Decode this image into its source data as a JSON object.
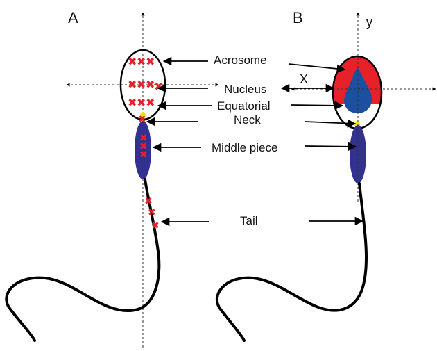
{
  "panels": {
    "a_label": "A",
    "b_label": "B"
  },
  "labels": {
    "acrosome": "Acrosome",
    "nucleus": "Nucleus",
    "equatorial": "Equatorial",
    "neck": "Neck",
    "middle_piece": "Middle piece",
    "tail": "Tail"
  },
  "axes": {
    "x_label": "X",
    "y_label": "y"
  },
  "colors": {
    "marker": "#e8202a",
    "acrosome_fill": "#e8202a",
    "nucleus_fill": "#1d4fa0",
    "midpiece_fill": "#33318f",
    "neck_fill": "#f5e400",
    "outline": "#000000"
  }
}
